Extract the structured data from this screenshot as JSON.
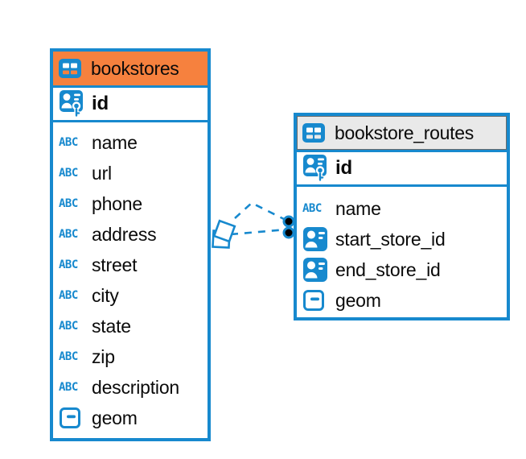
{
  "diagram": {
    "accent_color": "#1789CE",
    "background_color": "#FFFFFF",
    "icons": {
      "text_type_glyph": "ABC"
    },
    "tables": [
      {
        "name": "bookstores",
        "header_color": "#F6813E",
        "primary_key": "id",
        "columns": [
          {
            "label": "name",
            "type": "text"
          },
          {
            "label": "url",
            "type": "text"
          },
          {
            "label": "phone",
            "type": "text"
          },
          {
            "label": "address",
            "type": "text"
          },
          {
            "label": "street",
            "type": "text"
          },
          {
            "label": "city",
            "type": "text"
          },
          {
            "label": "state",
            "type": "text"
          },
          {
            "label": "zip",
            "type": "text"
          },
          {
            "label": "description",
            "type": "text"
          },
          {
            "label": "geom",
            "type": "geometry"
          }
        ]
      },
      {
        "name": "bookstore_routes",
        "header_color": "#E9E9E9",
        "primary_key": "id",
        "columns": [
          {
            "label": "name",
            "type": "text"
          },
          {
            "label": "start_store_id",
            "type": "reference"
          },
          {
            "label": "end_store_id",
            "type": "reference"
          },
          {
            "label": "geom",
            "type": "geometry"
          }
        ]
      }
    ],
    "links": {
      "count": 2,
      "style": "dashed",
      "between": [
        "bookstores",
        "bookstore_routes"
      ]
    }
  }
}
